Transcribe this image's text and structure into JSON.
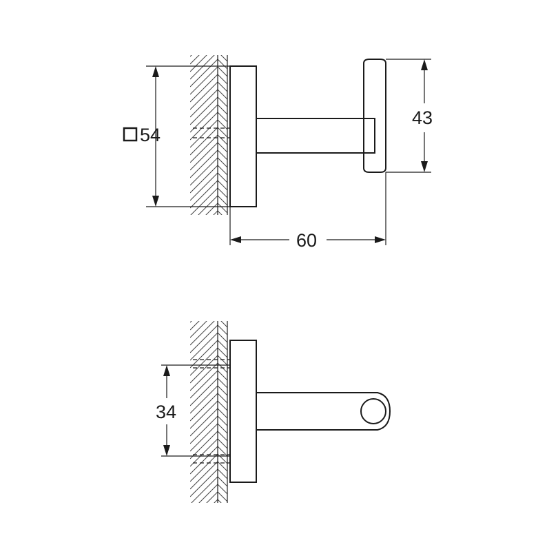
{
  "drawing": {
    "top_view": {
      "height_dim": {
        "label": "54",
        "prefix_icon": "square-symbol-icon"
      },
      "end_height_dim": {
        "label": "43"
      },
      "depth_dim": {
        "label": "60"
      }
    },
    "side_view": {
      "spacing_dim": {
        "label": "34"
      }
    }
  }
}
